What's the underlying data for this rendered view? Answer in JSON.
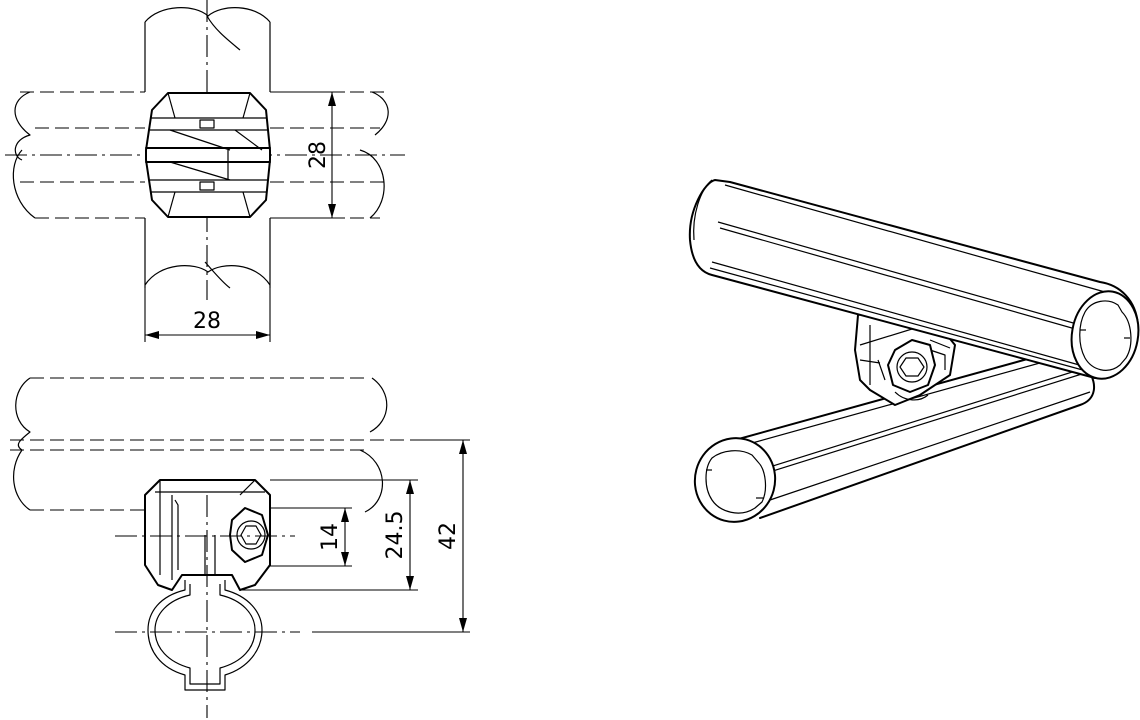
{
  "dimensions": {
    "top_view_height": "28",
    "top_view_width": "28",
    "side_screw_height": "14",
    "side_clamp_height": "24.5",
    "side_total_height": "42"
  },
  "views": [
    "top-view",
    "side-view",
    "isometric-view"
  ]
}
